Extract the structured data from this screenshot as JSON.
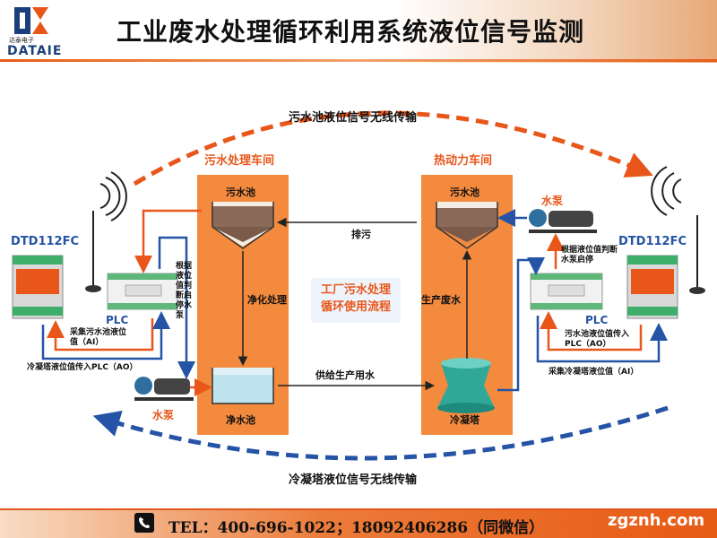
{
  "header": {
    "title": "工业废水处理循环利用系统液位信号监测",
    "logo_tagline": "达泰电子",
    "logo_text": "DATAIE"
  },
  "wireless": {
    "top": "污水池液位信号无线传输",
    "bottom": "冷凝塔液位信号无线传输"
  },
  "workshops": {
    "left": {
      "title": "污水处理车间",
      "top_tank": "污水池",
      "bottom_tank": "净水池"
    },
    "right": {
      "title": "热动力车间",
      "top_tank": "污水池",
      "bottom_tank": "冷凝塔"
    }
  },
  "flows": {
    "drain": "排污",
    "purify": "净化处理",
    "production_wastewater": "生产废水",
    "supply_water": "供给生产用水"
  },
  "center_box": "工厂污水处理\n循环使用流程",
  "left_side": {
    "device": "DTD112FC",
    "plc": "PLC",
    "judge_pump": "根据液位值判断启停水泵",
    "collect": "采集污水池液位值（AI）",
    "ao": "冷凝塔液位值传入PLC（AO）",
    "pump": "水泵"
  },
  "right_side": {
    "device": "DTD112FC",
    "plc": "PLC",
    "pump": "水泵",
    "judge_pump": "根据液位值判断水泵启停",
    "ao": "污水池液位值传入PLC（AO）",
    "collect": "采集冷凝塔液位值（AI）"
  },
  "footer": {
    "tel": "TEL：400-696-1022；18092406286（同微信）",
    "watermark": "zgznh.com"
  },
  "colors": {
    "accent_orange": "#e8561a",
    "pipe_blue": "#2553a6",
    "column_orange": "#f38a3e",
    "device_green": "#3fae6a"
  }
}
